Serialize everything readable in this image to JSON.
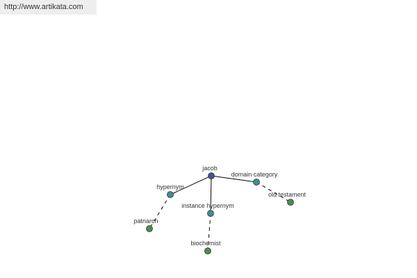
{
  "header": {
    "url_text": "http://www.artikata.com"
  },
  "colors": {
    "root_node": "#4a4f9a",
    "relation_node": "#3f8f8f",
    "leaf_node": "#4f8a4f",
    "edge": "#000000",
    "url_bar_bg": "#eeeeee"
  },
  "graph": {
    "nodes": [
      {
        "id": "jacob",
        "label": "jacob",
        "kind": "root"
      },
      {
        "id": "hypernym",
        "label": "hypernym",
        "kind": "relation"
      },
      {
        "id": "instance-hypernym",
        "label": "instance hypernym",
        "kind": "relation"
      },
      {
        "id": "domain-category",
        "label": "domain category",
        "kind": "relation"
      },
      {
        "id": "patriarch",
        "label": "patriarch",
        "kind": "leaf"
      },
      {
        "id": "biochemist",
        "label": "biochemist",
        "kind": "leaf"
      },
      {
        "id": "old-testament",
        "label": "old testament",
        "kind": "leaf"
      }
    ],
    "edges": [
      {
        "from": "jacob",
        "to": "hypernym",
        "style": "solid"
      },
      {
        "from": "jacob",
        "to": "instance-hypernym",
        "style": "solid"
      },
      {
        "from": "jacob",
        "to": "domain-category",
        "style": "solid"
      },
      {
        "from": "hypernym",
        "to": "patriarch",
        "style": "dashed"
      },
      {
        "from": "instance-hypernym",
        "to": "biochemist",
        "style": "dashed"
      },
      {
        "from": "domain-category",
        "to": "old-testament",
        "style": "dashed"
      }
    ]
  }
}
